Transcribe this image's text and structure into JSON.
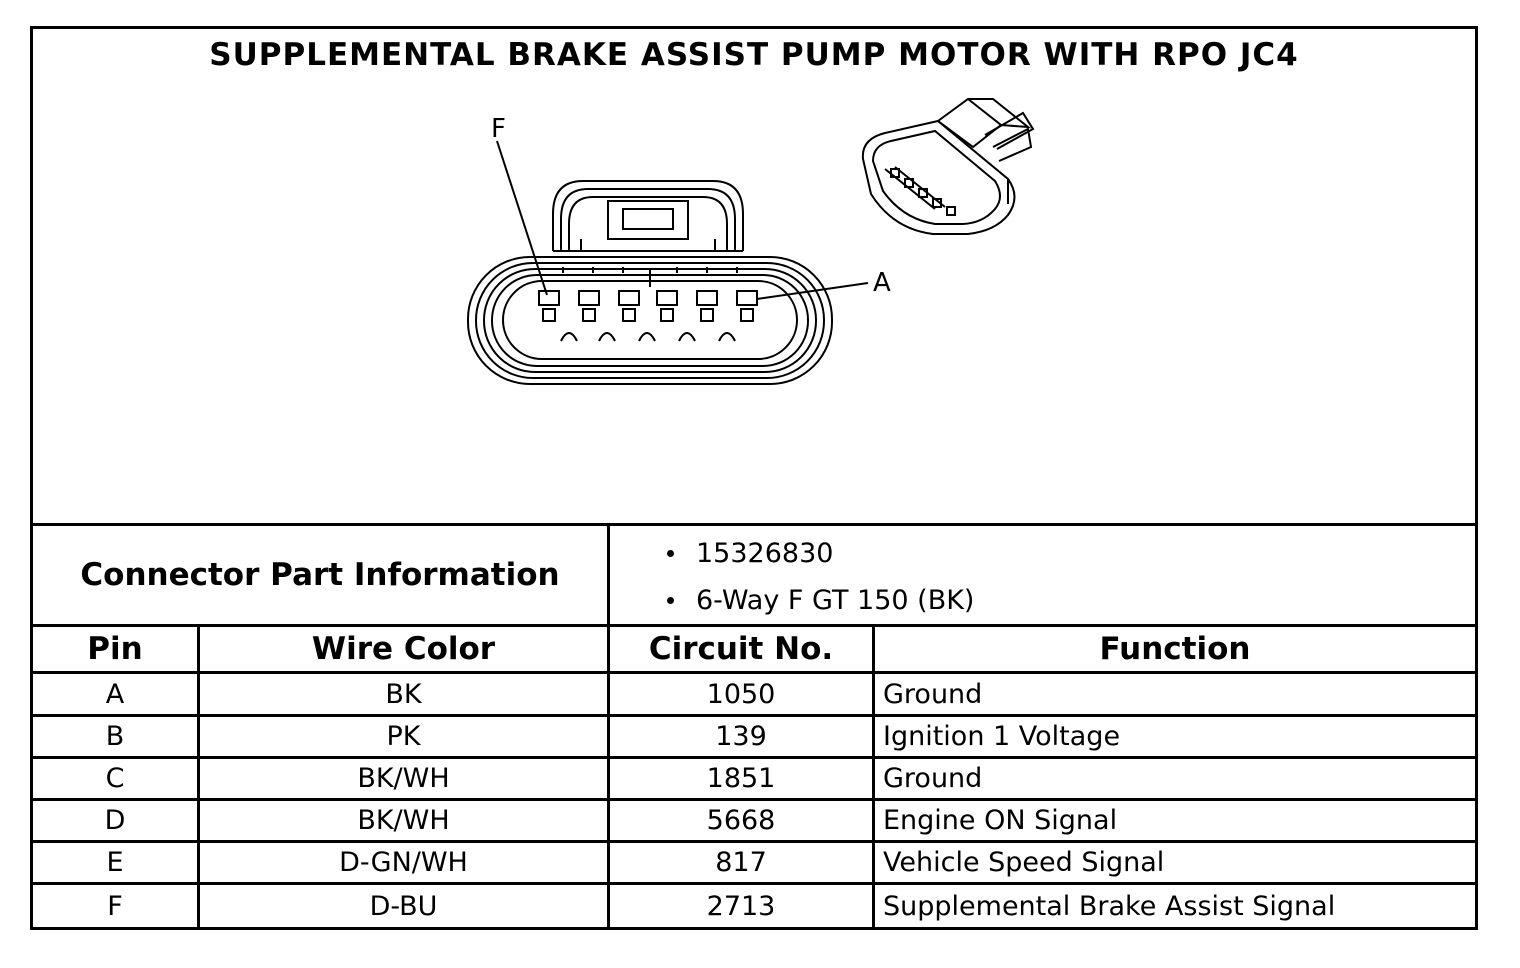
{
  "title": "SUPPLEMENTAL BRAKE ASSIST PUMP MOTOR WITH RPO JC4",
  "diagram": {
    "pin_label_left": "F",
    "pin_label_right": "A"
  },
  "connector_info": {
    "label": "Connector Part Information",
    "items": [
      "15326830",
      "6-Way F GT 150 (BK)"
    ]
  },
  "table": {
    "headers": [
      "Pin",
      "Wire Color",
      "Circuit No.",
      "Function"
    ],
    "rows": [
      {
        "pin": "A",
        "wire": "BK",
        "circuit": "1050",
        "function": "Ground"
      },
      {
        "pin": "B",
        "wire": "PK",
        "circuit": "139",
        "function": "Ignition 1 Voltage"
      },
      {
        "pin": "C",
        "wire": "BK/WH",
        "circuit": "1851",
        "function": "Ground"
      },
      {
        "pin": "D",
        "wire": "BK/WH",
        "circuit": "5668",
        "function": "Engine ON Signal"
      },
      {
        "pin": "E",
        "wire": "D-GN/WH",
        "circuit": "817",
        "function": "Vehicle Speed Signal"
      },
      {
        "pin": "F",
        "wire": "D-BU",
        "circuit": "2713",
        "function": "Supplemental Brake Assist Signal"
      }
    ]
  }
}
